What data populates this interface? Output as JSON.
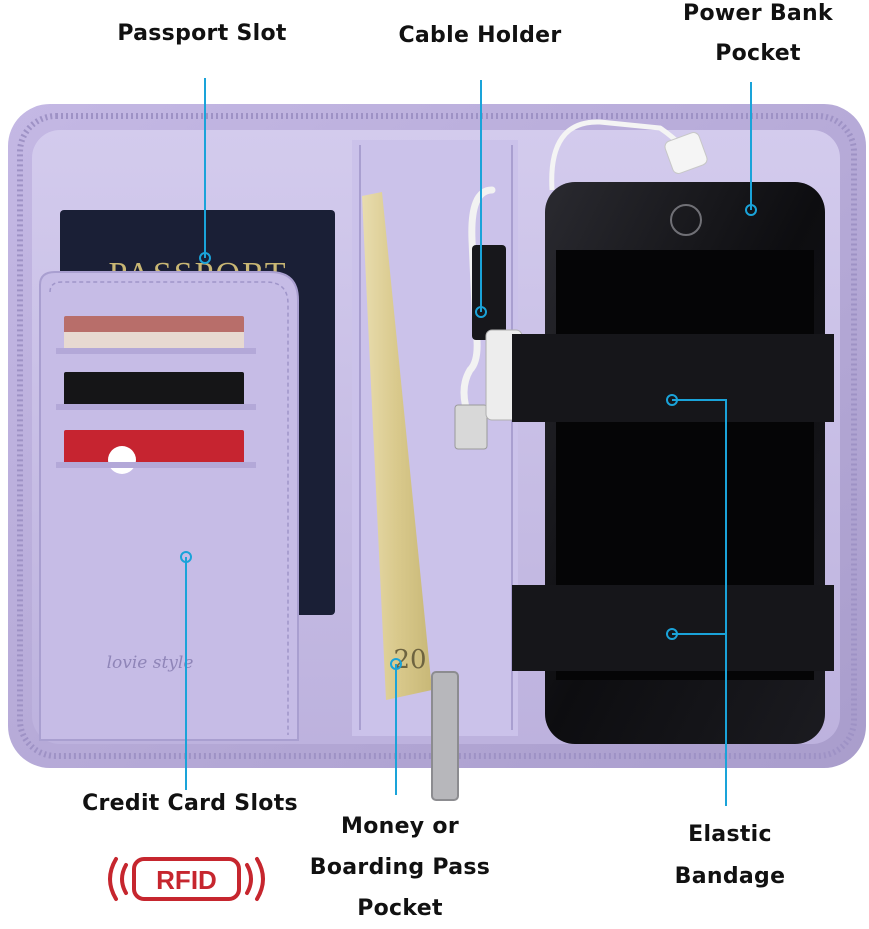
{
  "labels": {
    "passport_slot": "Passport Slot",
    "cable_holder": "Cable Holder",
    "power_bank_line1": "Power Bank",
    "power_bank_line2": "Pocket",
    "credit_card_slots": "Credit Card Slots",
    "money_line1": "Money or",
    "money_line2": "Boarding Pass",
    "money_line3": "Pocket",
    "elastic_line1": "Elastic",
    "elastic_line2": "Bandage"
  },
  "product_print": {
    "passport_text": "PASSPORT",
    "brand_script": "lovie style",
    "banknote_value": "20"
  },
  "rfid": {
    "text": "RFID"
  },
  "colors": {
    "case_lavender": "#b7abd8",
    "case_inner": "#c9bfe6",
    "callout_blue": "#1aa3d9",
    "rfid_red": "#c6262e",
    "passport_navy": "#1a1f36",
    "phone_black": "#101012",
    "elastic_black": "#16161a"
  }
}
